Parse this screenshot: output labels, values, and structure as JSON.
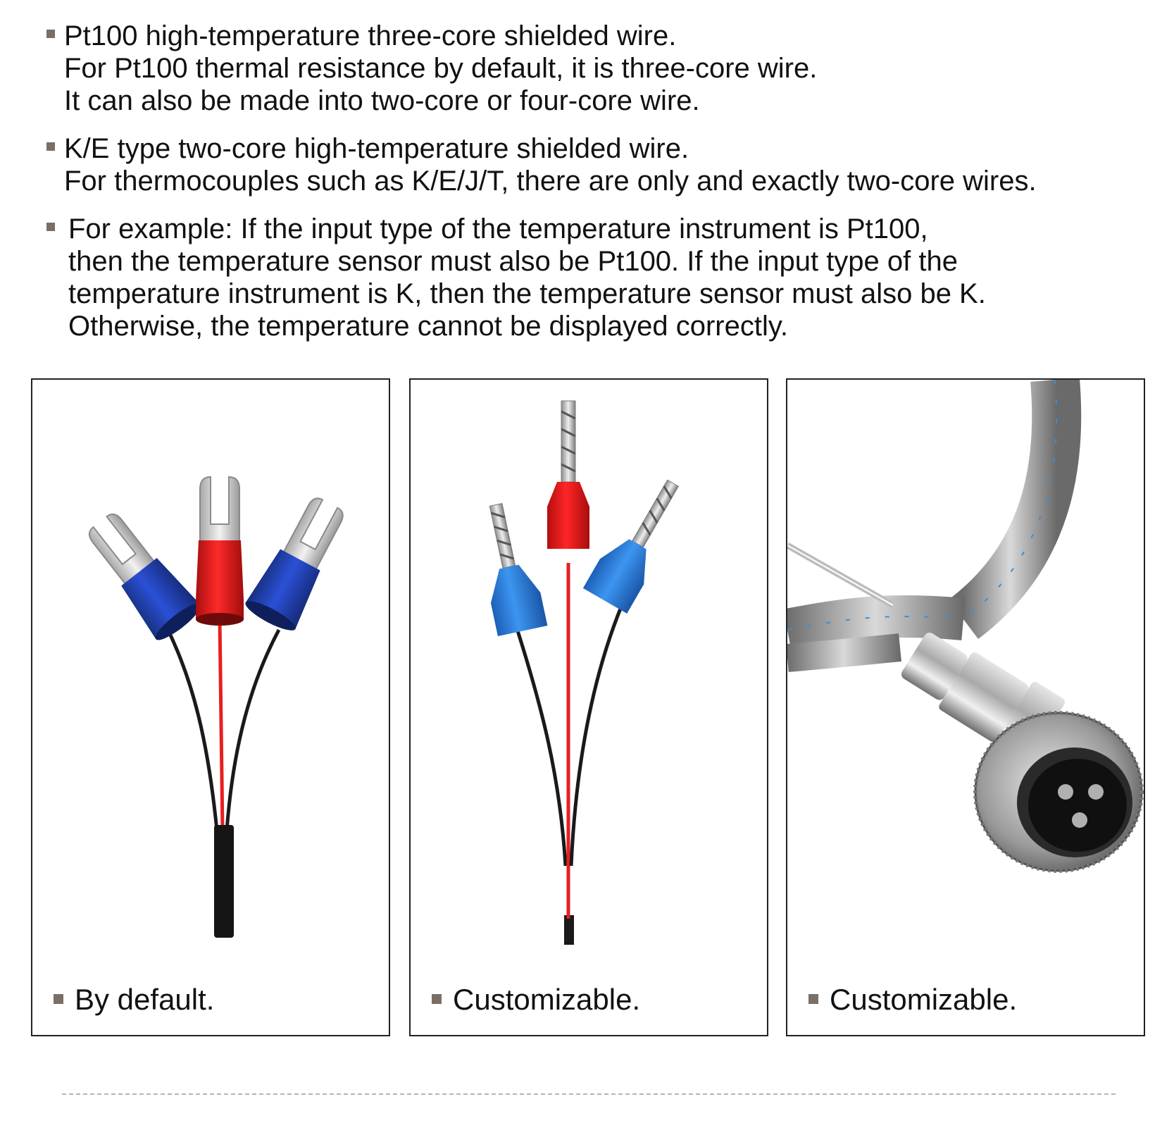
{
  "bullets": [
    {
      "lines": [
        "Pt100 high-temperature three-core shielded wire.",
        "For Pt100 thermal resistance by default, it is three-core wire.",
        "It can also be made into two-core or four-core wire."
      ]
    },
    {
      "lines": [
        "K/E type two-core high-temperature shielded wire.",
        "For thermocouples such as K/E/J/T, there are only and exactly two-core wires."
      ]
    },
    {
      "lines": [
        "For example: If the input type of the temperature instrument is Pt100,",
        "then the temperature sensor must also be Pt100. If the input type of the",
        "temperature instrument is K, then the temperature sensor must also be K.",
        "Otherwise, the temperature cannot be displayed correctly."
      ]
    }
  ],
  "panels": [
    {
      "caption": "By default."
    },
    {
      "caption": "Customizable."
    },
    {
      "caption": "Customizable."
    }
  ],
  "colors": {
    "bullet_square": "#7a6f66",
    "terminal_blue": "#1f3fbf",
    "terminal_red": "#e81f1f",
    "ferrule_blue": "#2f86e6",
    "wire_black": "#1a1a1a",
    "wire_red": "#e81f1f"
  }
}
